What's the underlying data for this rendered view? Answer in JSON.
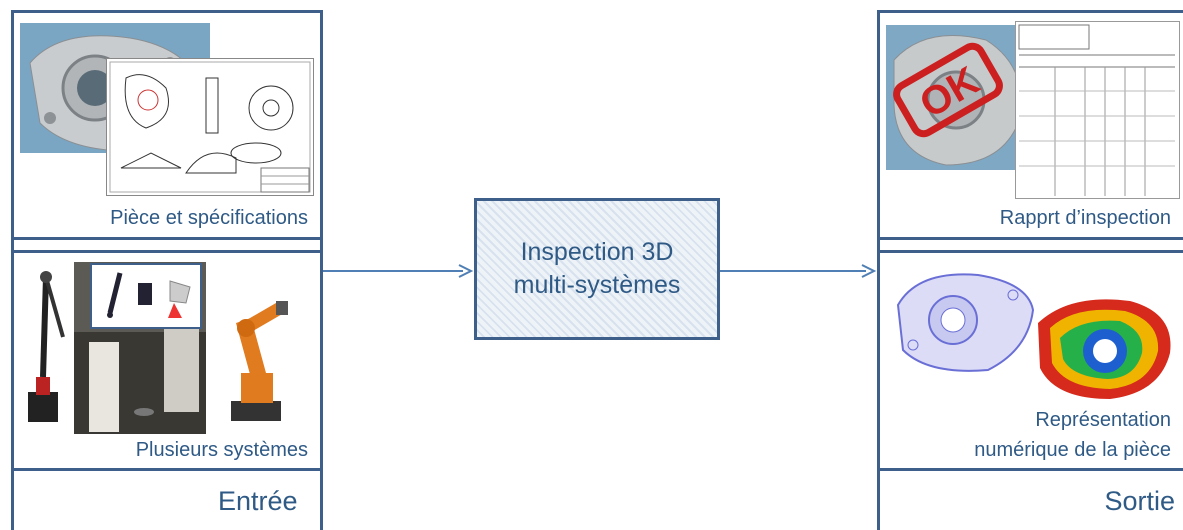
{
  "input": {
    "title": "Entrée",
    "part_panel_label": "Pièce et spécifications",
    "systems_panel_label": "Plusieurs systèmes"
  },
  "process": {
    "line1": "Inspection 3D",
    "line2": "multi-systèmes"
  },
  "output": {
    "title": "Sortie",
    "report_panel_label": "Rapprt d’inspection",
    "model_panel_label_line1": "Représentation",
    "model_panel_label_line2": "numérique de la pièce",
    "stamp_text": "OK"
  },
  "colors": {
    "border": "#3d5f8a",
    "text": "#2f5a86",
    "arrow": "#4f7fb5",
    "robot": "#e07b20",
    "stamp": "#cc2020"
  }
}
